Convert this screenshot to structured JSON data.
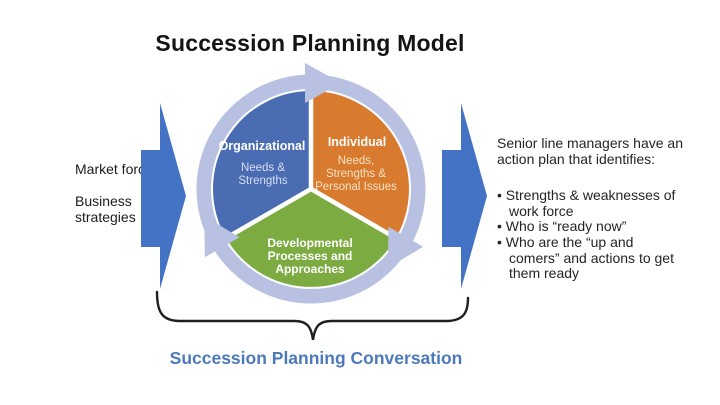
{
  "title": "Succession Planning Model",
  "left_labels": {
    "market": "Market forces",
    "business": "Business strategies"
  },
  "cycle": {
    "blue": {
      "title": "Organizational",
      "line1": "Needs &",
      "line2": "Strengths"
    },
    "orange": {
      "title": "Individual",
      "line1": "Needs,",
      "line2": "Strengths &",
      "line3": "Personal Issues"
    },
    "green": {
      "line1": "Developmental",
      "line2": "Processes and",
      "line3": "Approaches"
    }
  },
  "right_panel": {
    "intro": "Senior line managers have an action plan that identifies:",
    "bullets": [
      "Strengths & weaknesses of work force",
      "Who is “ready now”",
      "Who are the “up and comers” and actions to get them ready"
    ]
  },
  "footer": {
    "label": "Succession Planning Conversation"
  },
  "colors": {
    "slice_blue": "#4a6cb3",
    "slice_orange": "#d97b2f",
    "slice_green": "#7cab41",
    "ring_lavender": "#b9c1e2",
    "flow_arrow_blue": "#4472c4",
    "footer_blue": "#4d79b8",
    "brace_black": "#1f1f1f"
  }
}
